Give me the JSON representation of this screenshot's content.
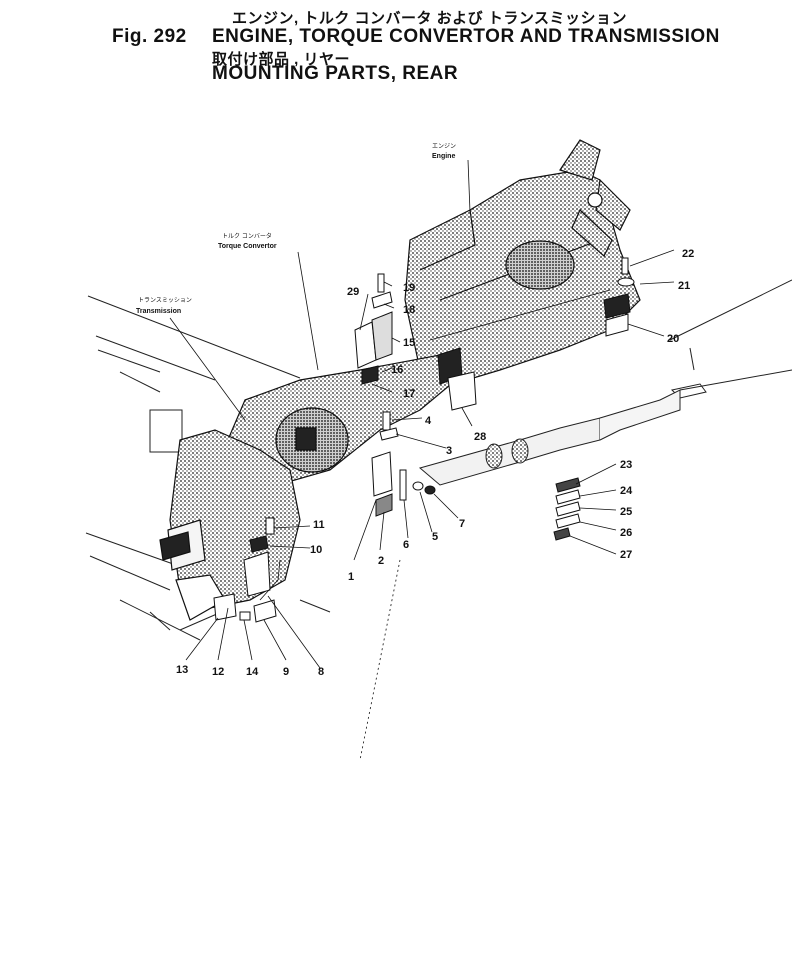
{
  "header": {
    "jp_title": "エンジン, トルク コンバータ および トランスミッション",
    "fig_number": "Fig. 292",
    "title": "ENGINE, TORQUE CONVERTOR AND TRANSMISSION",
    "jp_subtitle": "取付け部品 , リヤー",
    "subtitle": "MOUNTING PARTS, REAR"
  },
  "components": {
    "engine": {
      "jp": "エンジン",
      "en": "Engine"
    },
    "torque_convertor": {
      "jp": "トルク コンバータ",
      "en": "Torque Convertor"
    },
    "transmission": {
      "jp": "トランスミッション",
      "en": "Transmission"
    }
  },
  "part_numbers": [
    "1",
    "2",
    "3",
    "4",
    "5",
    "6",
    "7",
    "8",
    "9",
    "10",
    "11",
    "12",
    "13",
    "14",
    "15",
    "16",
    "17",
    "18",
    "19",
    "20",
    "21",
    "22",
    "23",
    "24",
    "25",
    "26",
    "27",
    "28",
    "29"
  ]
}
